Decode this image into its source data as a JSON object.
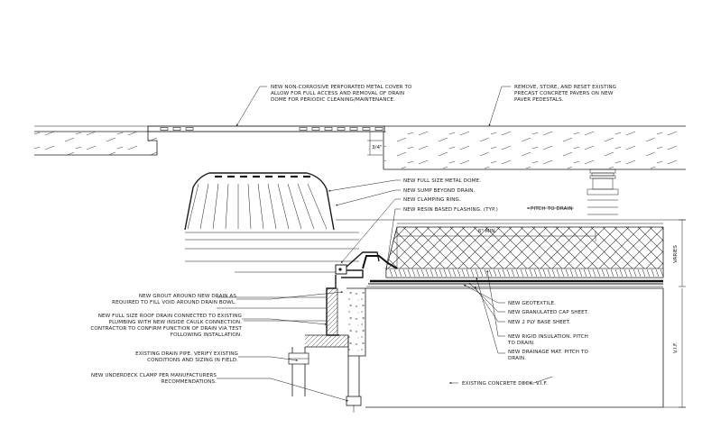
{
  "notes": {
    "cover": [
      "NEW NON-CORROSIVE PERFORATED METAL COVER TO",
      "ALLOW FOR FULL ACCESS AND REMOVAL OF DRAIN",
      "DOME FOR PERIODIC CLEANING/MAINTENANCE."
    ],
    "pavers": [
      "REMOVE, STORE, AND RESET EXISTING",
      "PRECAST CONCRETE PAVERS ON NEW",
      "PAVER PEDESTALS."
    ],
    "dome": [
      "NEW FULL SIZE METAL DOME."
    ],
    "sump": [
      "NEW SUMP BEYOND DRAIN."
    ],
    "clamp_ring": [
      "NEW CLAMPING RING."
    ],
    "flashing": [
      "NEW RESIN BASED FLASHING. (TYP.)"
    ],
    "pitch": [
      "PITCH TO DRAIN"
    ],
    "grout": [
      "NEW GROUT AROUND NEW DRAIN AS",
      "REQUIRED TO FILL VOID AROUND DRAIN BOWL."
    ],
    "roof_drain": [
      "NEW FULL SIZE ROOF DRAIN CONNECTED TO EXISTING",
      "PLUMBING WITH NEW INSIDE CAULK CONNECTION.",
      "CONTRACTOR TO CONFIRM FUNCTION OF DRAIN VIA TEST",
      "FOLLOWING INSTALLATION."
    ],
    "pipe": [
      "EXISTING DRAIN PIPE. VERIFY EXISTING",
      "CONDITIONS AND SIZING IN FIELD."
    ],
    "underdeck": [
      "NEW UNDERDECK CLAMP PER MANUFACTURERS",
      "RECOMMENDATIONS."
    ],
    "geotextile": [
      "NEW GEOTEXTILE."
    ],
    "cap_sheet": [
      "NEW GRANULATED CAP SHEET."
    ],
    "base_sheet": [
      "NEW 2 PLY BASE SHEET."
    ],
    "insulation": [
      "NEW RIGID INSULATION.  PITCH",
      "TO DRAIN."
    ],
    "drainage_mat": [
      "NEW DRAINAGE MAT. PITCH TO",
      "DRAIN."
    ],
    "deck": [
      "EXISTING CONCRETE DECK. V.I.F."
    ]
  },
  "dims": {
    "gap": "3/4\"",
    "min": "6\" MIN.",
    "varies": "VARIES",
    "vif": "V.I.F."
  }
}
